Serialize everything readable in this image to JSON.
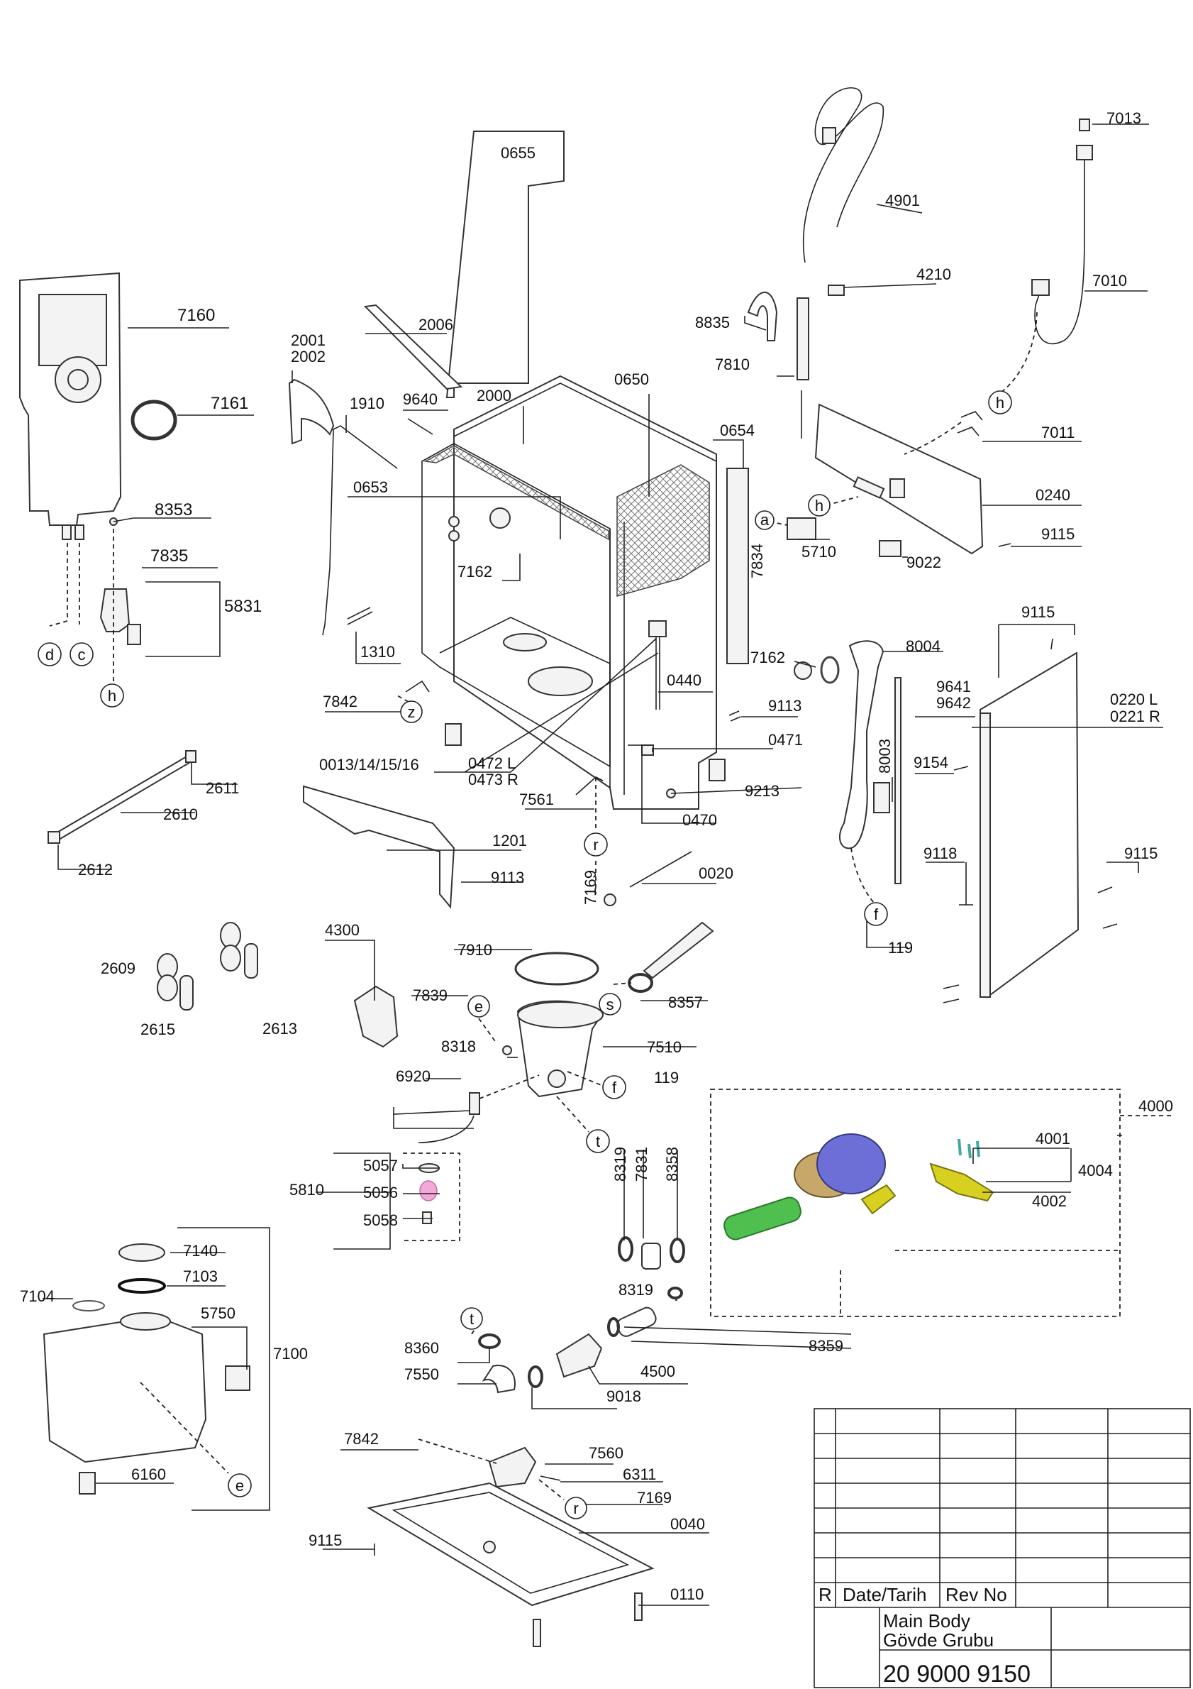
{
  "labels": {
    "l0655": "0655",
    "l4901": "4901",
    "l7013": "7013",
    "l4210": "4210",
    "l7010": "7010",
    "l7160": "7160",
    "l7161": "7161",
    "l8353": "8353",
    "l7835": "7835",
    "l5831": "5831",
    "l2001": "2001",
    "l2002": "2002",
    "l2006": "2006",
    "l1910": "1910",
    "l9640": "9640",
    "l2000": "2000",
    "l0650": "0650",
    "l8835": "8835",
    "l7810": "7810",
    "l0654": "0654",
    "l7011": "7011",
    "l0653": "0653",
    "l0240": "0240",
    "l9115a": "9115",
    "l5710": "5710",
    "l9022": "9022",
    "l7834": "7834",
    "l7162a": "7162",
    "l1310": "1310",
    "l7162b": "7162",
    "l8004": "8004",
    "l9115b": "9115",
    "l0440": "0440",
    "l9641": "9641",
    "l9642": "9642",
    "l0220": "0220 L",
    "l0221": "0221 R",
    "l7842a": "7842",
    "l9113a": "9113",
    "l0471": "0471",
    "l8003": "8003",
    "l9154": "9154",
    "l0013": "0013/14/15/16",
    "l0472": "0472 L",
    "l0473": "0473 R",
    "l2611": "2611",
    "l7561": "7561",
    "l9213": "9213",
    "l2610": "2610",
    "l0470": "0470",
    "l1201": "1201",
    "l9118": "9118",
    "l9115c": "9115",
    "l2612": "2612",
    "l9113b": "9113",
    "l0020": "0020",
    "l7169a": "7169",
    "l119a": "119",
    "l4300": "4300",
    "l7910": "7910",
    "l2609": "2609",
    "l2615": "2615",
    "l2613": "2613",
    "l7839": "7839",
    "l8357": "8357",
    "l8318": "8318",
    "l7510": "7510",
    "l6920": "6920",
    "l119b": "119",
    "l4000": "4000",
    "l8319a": "8319",
    "l7831": "7831",
    "l8358": "8358",
    "l4001": "4001",
    "l4004": "4004",
    "l4002": "4002",
    "l5810": "5810",
    "l5057": "5057",
    "l5056": "5056",
    "l5058": "5058",
    "l7140": "7140",
    "l7103": "7103",
    "l7104": "7104",
    "l5750": "5750",
    "l7100": "7100",
    "l8319b": "8319",
    "l8360": "8360",
    "l8359": "8359",
    "l7550": "7550",
    "l4500": "4500",
    "l9018": "9018",
    "l6160": "6160",
    "l7842b": "7842",
    "l7560": "7560",
    "l6311": "6311",
    "l7169b": "7169",
    "l0040": "0040",
    "l9115d": "9115",
    "l0110": "0110"
  },
  "markers": {
    "a": "a",
    "c": "c",
    "d": "d",
    "e": "e",
    "f": "f",
    "h": "h",
    "r": "r",
    "s": "s",
    "t": "t",
    "z": "z"
  },
  "title_block": {
    "rev_col": "R",
    "date_col": "Date/Tarih",
    "revno_col": "Rev No",
    "title_en": "Main Body",
    "title_tr": "Gövde Grubu",
    "part_number": "20 9000 9150"
  },
  "colors": {
    "pump_motor": "#6d6fd6",
    "pump_body": "#c8a86a",
    "heater_tube": "#4fc04f",
    "bracket": "#d8d020",
    "screw": "#3fa9a0",
    "seal_pink": "#f2a8d8"
  }
}
